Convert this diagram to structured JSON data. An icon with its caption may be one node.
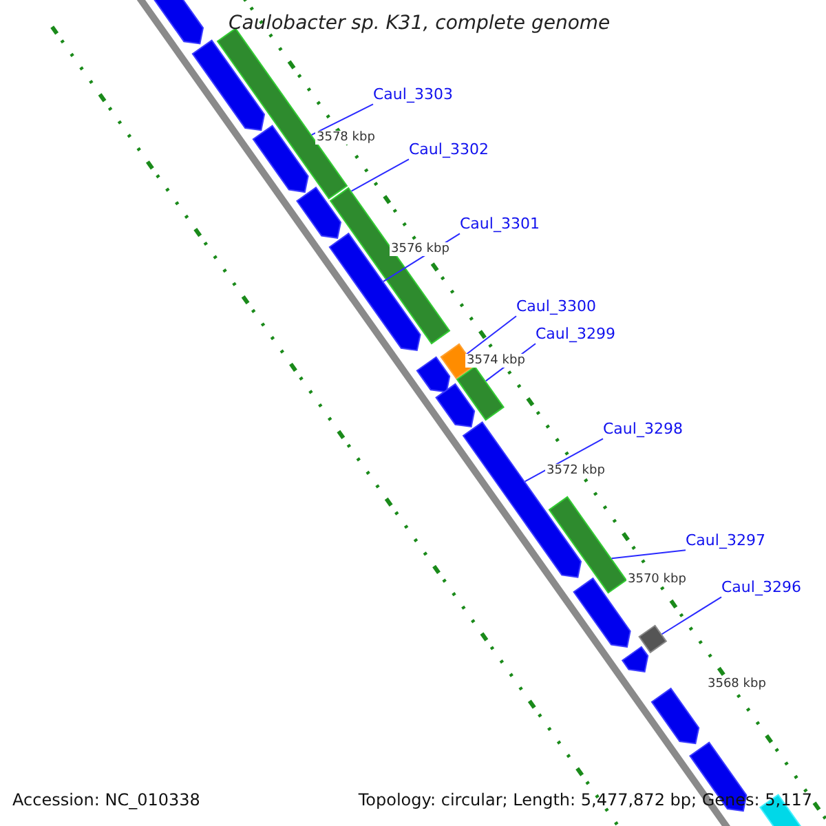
{
  "diagram": {
    "title": "Caulobacter sp. K31, complete genome",
    "nodes": [
      {
        "text": [
          "Caul_3303"
        ]
      },
      {
        "text": [
          "Caul_3302"
        ]
      },
      {
        "text": [
          "Caul_3301"
        ]
      },
      {
        "text": [
          "Caul_3300"
        ]
      },
      {
        "text": [
          "Caul_3299"
        ]
      },
      {
        "text": [
          "Caul_3298"
        ]
      },
      {
        "text": [
          "Caul_3297"
        ]
      },
      {
        "text": [
          "Caul_3296"
        ]
      },
      {
        "text": [],
        "shape": "arrow"
      },
      {
        "text": [],
        "shape": "arrow"
      },
      {
        "text": [],
        "shape": "box"
      },
      {
        "text": [],
        "shape": "arrow"
      },
      {
        "text": [],
        "shape": "arrow"
      },
      {
        "text": [],
        "shape": "box"
      },
      {
        "text": [],
        "shape": "arrow"
      },
      {
        "text": [],
        "shape": "arrow"
      },
      {
        "text": [],
        "shape": "box"
      },
      {
        "text": [],
        "shape": "arrow"
      },
      {
        "text": [],
        "shape": "box"
      },
      {
        "text": [],
        "shape": "arrow"
      },
      {
        "text": [],
        "shape": "box"
      },
      {
        "text": [],
        "shape": "arrow"
      },
      {
        "text": [],
        "shape": "box"
      },
      {
        "text": [],
        "shape": "arrow"
      },
      {
        "text": [],
        "shape": "arrow"
      },
      {
        "text": [],
        "shape": "arrow"
      },
      {
        "text": [],
        "shape": "box"
      }
    ],
    "edges": [
      {
        "from": 0,
        "to": 10,
        "arrow": "none"
      },
      {
        "from": 1,
        "to": 13,
        "arrow": "none"
      },
      {
        "from": 2,
        "to": 14,
        "arrow": "none"
      },
      {
        "from": 3,
        "to": 16,
        "arrow": "none"
      },
      {
        "from": 4,
        "to": 18,
        "arrow": "none"
      },
      {
        "from": 5,
        "to": 19,
        "arrow": "none"
      },
      {
        "from": 6,
        "to": 20,
        "arrow": "none"
      },
      {
        "from": 7,
        "to": 22,
        "arrow": "none"
      }
    ],
    "labels": [
      "3578 kbp",
      "3576 kbp",
      "3574 kbp",
      "3572 kbp",
      "3570 kbp",
      "3568 kbp",
      "Accession: NC_010338",
      "Topology: circular; Length: 5,477,872 bp; Genes: 5,117"
    ]
  }
}
